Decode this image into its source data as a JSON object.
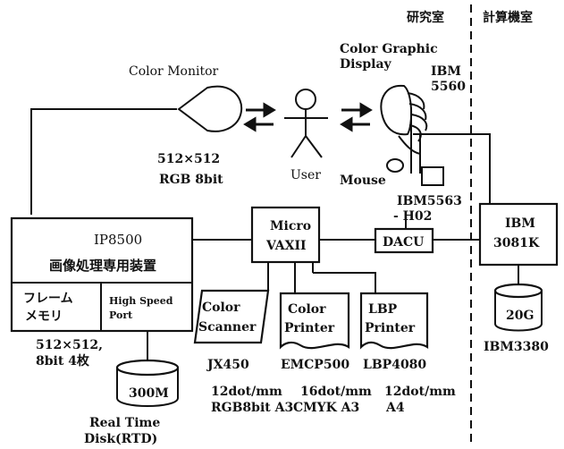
{
  "zones": {
    "lab": "研究室",
    "computer_room": "計算機室"
  },
  "color_monitor": {
    "label": "Color Monitor",
    "spec_1": "512×512",
    "spec_2": "RGB 8bit"
  },
  "user": {
    "label": "User"
  },
  "graphic_display": {
    "label_1": "Color Graphic",
    "label_2": "Display",
    "model_1": "IBM",
    "model_2": "5560"
  },
  "mouse": {
    "label": "Mouse"
  },
  "controller": {
    "label_1": "IBM5563",
    "label_2": "- H02"
  },
  "ip8500": {
    "name": "IP8500",
    "desc": "画像処理専用装置"
  },
  "frame_memory": {
    "line_1": "フレーム",
    "line_2": "メモリ",
    "spec_1": "512×512,",
    "spec_2": "8bit 4枚"
  },
  "high_speed_port": {
    "line_1": "High Speed",
    "line_2": "Port"
  },
  "rtd": {
    "capacity": "300M",
    "label_1": "Real Time",
    "label_2": "Disk(RTD)"
  },
  "microvax": {
    "line_1": "Micro",
    "line_2": "VAXII"
  },
  "dacu": {
    "label": "DACU"
  },
  "ibm3081": {
    "line_1": "IBM",
    "line_2": "3081K"
  },
  "disk_20g": {
    "capacity": "20G",
    "label": "IBM3380"
  },
  "color_scanner": {
    "line_1": "Color",
    "line_2": "Scanner",
    "model": "JX450",
    "spec_1": "12dot/mm",
    "spec_2": "RGB8bit A3"
  },
  "color_printer": {
    "line_1": "Color",
    "line_2": "Printer",
    "model": "EMCP500",
    "spec_1": "16dot/mm",
    "spec_2": "CMYK A3"
  },
  "lbp_printer": {
    "line_1": "LBP",
    "line_2": "Printer",
    "model": "LBP4080",
    "spec_1": "12dot/mm",
    "spec_2": "A4"
  }
}
